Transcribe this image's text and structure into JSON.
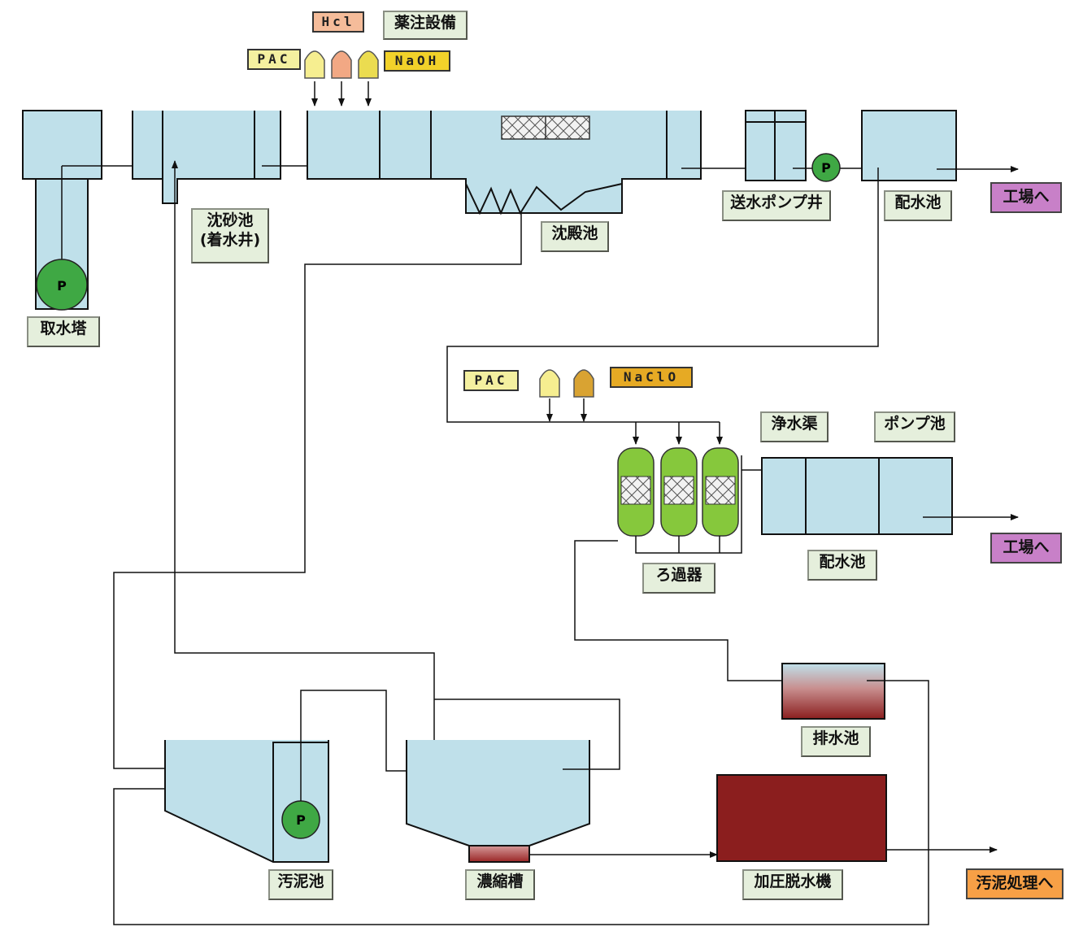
{
  "labels": {
    "intake_tower": "取水塔",
    "grit_chamber": "沈砂池",
    "receiving_well": "(着水井)",
    "sedimentation": "沈殿池",
    "chem_facility": "薬注設備",
    "send_pump_well": "送水ポンプ井",
    "distribution_1": "配水池",
    "clean_channel": "浄水渠",
    "pump_basin": "ポンプ池",
    "filter": "ろ過器",
    "distribution_2": "配水池",
    "drain_basin": "排水池",
    "sludge_basin": "汚泥池",
    "thickener": "濃縮槽",
    "dehydrator": "加圧脱水機"
  },
  "chemicals": {
    "hcl": "Hcl",
    "pac_1": "PAC",
    "naoh": "NaOH",
    "pac_2": "PAC",
    "naclo": "NaClO"
  },
  "destinations": {
    "factory_1": "工場へ",
    "factory_2": "工場へ",
    "sludge_treatment": "汚泥処理へ"
  },
  "pump_letter": "P",
  "colors": {
    "water": "#bfe0ea",
    "pump": "#3fa844",
    "filter": "#86c83c",
    "sludge": "#8b1e1e",
    "label_bg": "#e5efdc",
    "factory_bg": "#c880c8",
    "sludge_dest_bg": "#f7a046",
    "hcl_bg": "#f5bc9a",
    "pac_bg": "#f4f0a0",
    "naoh_bg": "#f2d22a",
    "naclo_bg": "#e6aa24",
    "tank_pac": "#f6ee90",
    "tank_hcl": "#f2a884",
    "tank_naoh": "#ebdc50",
    "tank_naclo": "#d9a332"
  }
}
